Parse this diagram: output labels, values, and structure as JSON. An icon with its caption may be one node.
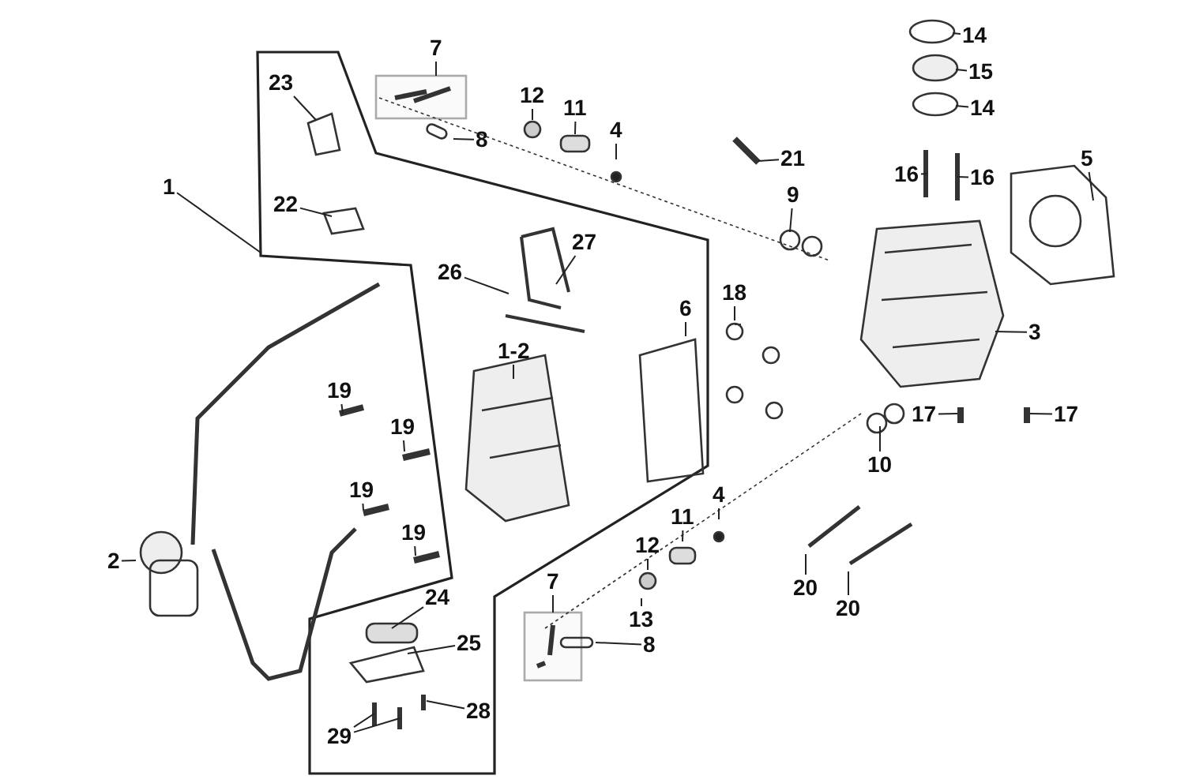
{
  "diagram": {
    "nodes": [
      {
        "text": [
          "7"
        ]
      },
      {
        "text": [
          "23"
        ]
      },
      {
        "text": [
          "12"
        ]
      },
      {
        "text": [
          "11"
        ]
      },
      {
        "text": [
          "4"
        ]
      },
      {
        "text": [
          "8"
        ]
      },
      {
        "text": [
          "21"
        ]
      },
      {
        "text": [
          "14"
        ]
      },
      {
        "text": [
          "15"
        ]
      },
      {
        "text": [
          "14"
        ]
      },
      {
        "text": [
          "16"
        ]
      },
      {
        "text": [
          "16"
        ]
      },
      {
        "text": [
          "5"
        ]
      },
      {
        "text": [
          "1"
        ]
      },
      {
        "text": [
          "22"
        ]
      },
      {
        "text": [
          "9"
        ]
      },
      {
        "text": [
          "27"
        ]
      },
      {
        "text": [
          "26"
        ]
      },
      {
        "text": [
          "18"
        ]
      },
      {
        "text": [
          "6"
        ]
      },
      {
        "text": [
          "1-2"
        ]
      },
      {
        "text": [
          "3"
        ]
      },
      {
        "text": [
          "19"
        ]
      },
      {
        "text": [
          "19"
        ]
      },
      {
        "text": [
          "17"
        ]
      },
      {
        "text": [
          "17"
        ]
      },
      {
        "text": [
          "19"
        ]
      },
      {
        "text": [
          "10"
        ]
      },
      {
        "text": [
          "4"
        ]
      },
      {
        "text": [
          "11"
        ]
      },
      {
        "text": [
          "12"
        ]
      },
      {
        "text": [
          "2"
        ]
      },
      {
        "text": [
          "19"
        ]
      },
      {
        "text": [
          "7"
        ]
      },
      {
        "text": [
          "13"
        ]
      },
      {
        "text": [
          "20"
        ]
      },
      {
        "text": [
          "20"
        ]
      },
      {
        "text": [
          "24"
        ]
      },
      {
        "text": [
          "8"
        ]
      },
      {
        "text": [
          "25"
        ]
      },
      {
        "text": [
          "28"
        ]
      },
      {
        "text": [
          "29"
        ]
      }
    ],
    "edges": [
      {
        "from": 0,
        "to": null,
        "arrow": "none"
      },
      {
        "from": 1,
        "to": null,
        "arrow": "none"
      },
      {
        "from": 2,
        "to": null,
        "arrow": "none"
      },
      {
        "from": 3,
        "to": null,
        "arrow": "none"
      },
      {
        "from": 4,
        "to": null,
        "arrow": "none"
      },
      {
        "from": 5,
        "to": null,
        "arrow": "none"
      },
      {
        "from": 6,
        "to": null,
        "arrow": "none"
      },
      {
        "from": 7,
        "to": null,
        "arrow": "none"
      },
      {
        "from": 8,
        "to": null,
        "arrow": "none"
      },
      {
        "from": 9,
        "to": null,
        "arrow": "none"
      },
      {
        "from": 10,
        "to": null,
        "arrow": "none"
      },
      {
        "from": 11,
        "to": null,
        "arrow": "none"
      },
      {
        "from": 12,
        "to": null,
        "arrow": "none"
      },
      {
        "from": 13,
        "to": null,
        "arrow": "none"
      },
      {
        "from": 14,
        "to": null,
        "arrow": "none"
      },
      {
        "from": 15,
        "to": null,
        "arrow": "none"
      },
      {
        "from": 16,
        "to": null,
        "arrow": "none"
      },
      {
        "from": 17,
        "to": null,
        "arrow": "none"
      },
      {
        "from": 18,
        "to": null,
        "arrow": "none"
      },
      {
        "from": 19,
        "to": null,
        "arrow": "none"
      },
      {
        "from": 20,
        "to": null,
        "arrow": "none"
      },
      {
        "from": 21,
        "to": null,
        "arrow": "none"
      },
      {
        "from": 22,
        "to": null,
        "arrow": "none"
      },
      {
        "from": 23,
        "to": null,
        "arrow": "none"
      },
      {
        "from": 24,
        "to": null,
        "arrow": "none"
      },
      {
        "from": 25,
        "to": null,
        "arrow": "none"
      },
      {
        "from": 26,
        "to": null,
        "arrow": "none"
      },
      {
        "from": 27,
        "to": null,
        "arrow": "none"
      },
      {
        "from": 28,
        "to": null,
        "arrow": "none"
      },
      {
        "from": 29,
        "to": null,
        "arrow": "none"
      },
      {
        "from": 30,
        "to": null,
        "arrow": "none"
      },
      {
        "from": 31,
        "to": null,
        "arrow": "none"
      },
      {
        "from": 32,
        "to": null,
        "arrow": "none"
      },
      {
        "from": 33,
        "to": null,
        "arrow": "none"
      },
      {
        "from": 34,
        "to": null,
        "arrow": "none"
      },
      {
        "from": 35,
        "to": null,
        "arrow": "none"
      },
      {
        "from": 36,
        "to": null,
        "arrow": "none"
      },
      {
        "from": 37,
        "to": null,
        "arrow": "none"
      },
      {
        "from": 38,
        "to": null,
        "arrow": "none"
      },
      {
        "from": 39,
        "to": null,
        "arrow": "none"
      },
      {
        "from": 40,
        "to": null,
        "arrow": "none"
      },
      {
        "from": 41,
        "to": null,
        "arrow": "none"
      },
      {
        "from": 41,
        "to": null,
        "arrow": "none"
      }
    ]
  }
}
